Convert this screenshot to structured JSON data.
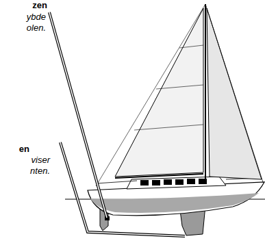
{
  "diagram": {
    "labels": [
      "zen",
      "ybde olen.",
      "en",
      "viser nten."
    ]
  }
}
